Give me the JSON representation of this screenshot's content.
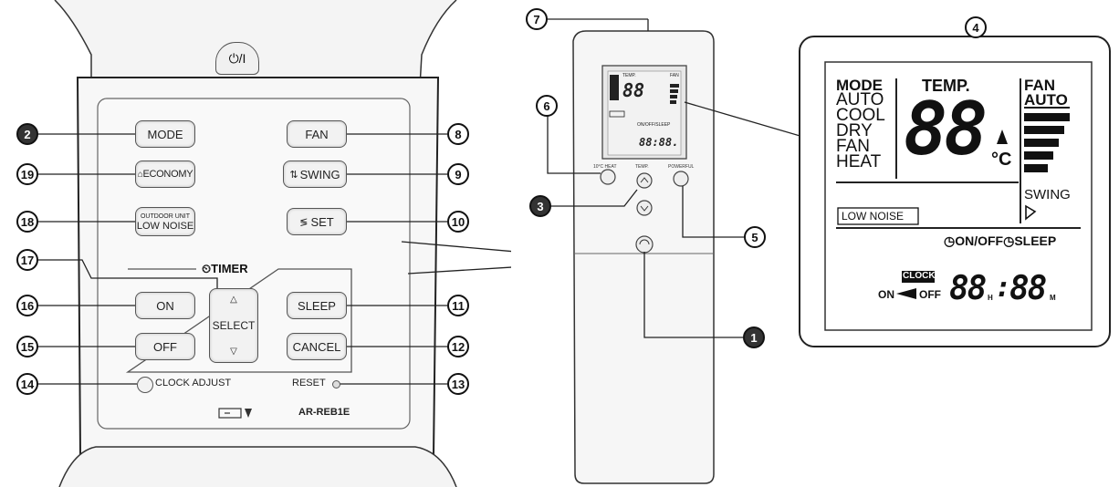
{
  "left_remote": {
    "power_icon": "⏻/I",
    "buttons": {
      "mode": "MODE",
      "fan": "FAN",
      "economy": "ECONOMY",
      "swing": "SWING",
      "low_noise_line1": "OUTDOOR UNIT",
      "low_noise_line2": "LOW NOISE",
      "set": "SET",
      "on": "ON",
      "sleep": "SLEEP",
      "off": "OFF",
      "cancel": "CANCEL",
      "select": "SELECT"
    },
    "timer_label": "TIMER",
    "clock_adjust": "CLOCK ADJUST",
    "reset": "RESET",
    "model": "AR-REB1E"
  },
  "callouts": {
    "c1": "1",
    "c2": "2",
    "c3": "3",
    "c4": "4",
    "c5": "5",
    "c6": "6",
    "c7": "7",
    "c8": "8",
    "c9": "9",
    "c10": "10",
    "c11": "11",
    "c12": "12",
    "c13": "13",
    "c14": "14",
    "c15": "15",
    "c16": "16",
    "c17": "17",
    "c18": "18",
    "c19": "19"
  },
  "center_remote": {
    "btn_left_label": "10°C HEAT",
    "btn_mid_label": "TEMP.",
    "btn_right_label": "POWERFUL"
  },
  "lcd": {
    "mode_title": "MODE",
    "modes": [
      "AUTO",
      "COOL",
      "DRY",
      "FAN",
      "HEAT"
    ],
    "temp_title": "TEMP.",
    "temp_digits": "88",
    "temp_unit": "°C",
    "fan_title": "FAN",
    "fan_auto": "AUTO",
    "swing": "SWING",
    "low_noise": "LOW NOISE",
    "on_off": "ON/OFF",
    "sleep": "SLEEP",
    "clock": "CLOCK",
    "on": "ON",
    "off": "OFF",
    "hours": "88",
    "hours_unit": "H",
    "minutes": "88",
    "minutes_unit": "M"
  },
  "colors": {
    "line": "#111111",
    "panel_bg": "#ffffff",
    "remote_bg": "#f4f4f4"
  }
}
